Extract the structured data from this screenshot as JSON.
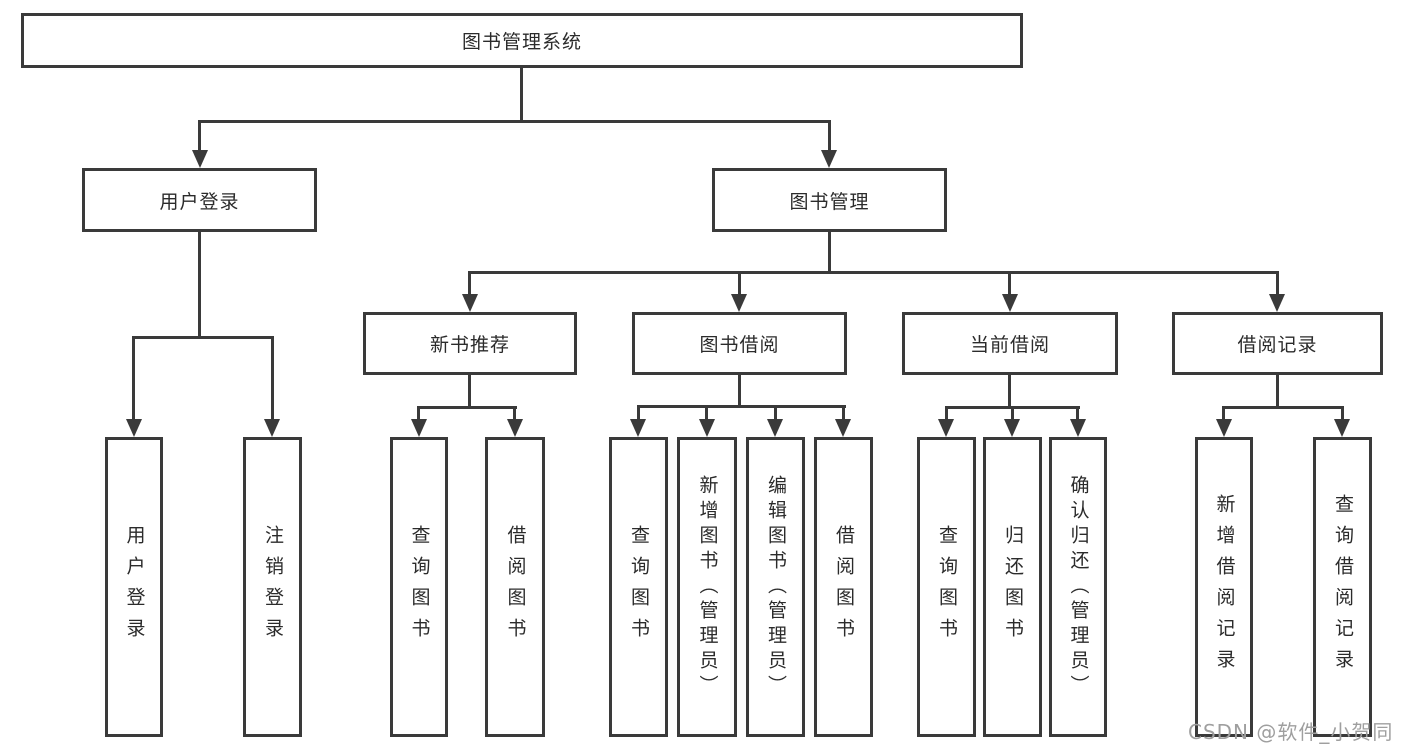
{
  "title": "图书管理系统",
  "watermark": "CSDN @软件_小贺同学",
  "colors": {
    "line": "#3a3a3a",
    "border": "#3a3a3a",
    "text": "#2b2b2b",
    "background": "#ffffff",
    "watermark": "#9f9f9f"
  },
  "nodes": {
    "root": {
      "label": "图书管理系统"
    },
    "user_login": {
      "label": "用户登录",
      "children": [
        {
          "label": "用户登录"
        },
        {
          "label": "注销登录"
        }
      ]
    },
    "book_management": {
      "label": "图书管理",
      "children_names": [
        "新书推荐",
        "图书借阅",
        "当前借阅",
        "借阅记录"
      ]
    },
    "new_book": {
      "label": "新书推荐",
      "children": [
        {
          "label": "查询图书"
        },
        {
          "label": "借阅图书"
        }
      ]
    },
    "book_borrow": {
      "label": "图书借阅",
      "children": [
        {
          "label": "查询图书"
        },
        {
          "label": "新增图书（管理员）"
        },
        {
          "label": "编辑图书（管理员）"
        },
        {
          "label": "借阅图书"
        }
      ]
    },
    "current_borrow": {
      "label": "当前借阅",
      "children": [
        {
          "label": "查询图书"
        },
        {
          "label": "归还图书"
        },
        {
          "label": "确认归还（管理员）"
        }
      ]
    },
    "borrow_record": {
      "label": "借阅记录",
      "children": [
        {
          "label": "新增借阅记录"
        },
        {
          "label": "查询借阅记录"
        }
      ]
    }
  }
}
